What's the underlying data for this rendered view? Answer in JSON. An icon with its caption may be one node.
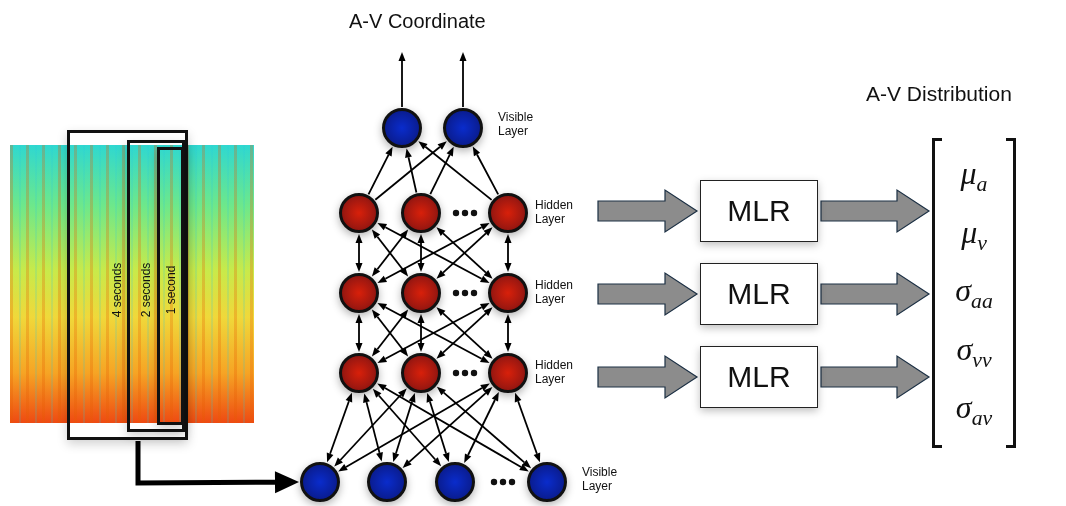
{
  "diagram": {
    "nodes": [
      {
        "text": [],
        "shape": "picture"
      },
      {
        "text": [
          "4 seconds"
        ]
      },
      {
        "text": [
          "2 seconds"
        ],
        "in": 1
      },
      {
        "text": [
          "1 second"
        ],
        "in": 2
      },
      {
        "text": [],
        "shape": "circle"
      },
      {
        "text": [],
        "shape": "circle"
      },
      {
        "text": [],
        "shape": "circle"
      },
      {
        "text": [],
        "shape": "circle"
      },
      {
        "text": [],
        "shape": "circle"
      },
      {
        "text": [
          "Hidden Layer"
        ]
      },
      {
        "text": [],
        "shape": "circle"
      },
      {
        "text": [],
        "shape": "circle"
      },
      {
        "text": [],
        "shape": "circle"
      },
      {
        "text": [
          "Hidden Layer"
        ]
      },
      {
        "text": [],
        "shape": "circle"
      },
      {
        "text": [],
        "shape": "circle"
      },
      {
        "text": [],
        "shape": "circle"
      },
      {
        "text": [
          "Hidden Layer"
        ]
      },
      {
        "text": [],
        "shape": "circle"
      },
      {
        "text": [],
        "shape": "circle"
      },
      {
        "text": [],
        "shape": "circle"
      },
      {
        "text": [],
        "shape": "circle"
      },
      {
        "text": [
          "MLR"
        ]
      },
      {
        "text": [
          "MLR"
        ]
      },
      {
        "text": [
          "MLR"
        ]
      },
      {
        "text": [
          "μ$_{a}$",
          "μ$_{v}$",
          "σ$_{aa}$",
          "σ$_{vv}$",
          "σ$_{av}$"
        ]
      }
    ],
    "edges": [
      {
        "from": 1,
        "to": 18,
        "arrow": "to",
        "style": "thick"
      },
      {
        "from": 4,
        "to": null,
        "arrow": "to"
      },
      {
        "from": 5,
        "to": null,
        "arrow": "to"
      },
      {
        "from": 6,
        "to": 4,
        "arrow": "to"
      },
      {
        "from": 6,
        "to": 5,
        "arrow": "to"
      },
      {
        "from": 7,
        "to": 4,
        "arrow": "to"
      },
      {
        "from": 7,
        "to": 5,
        "arrow": "to"
      },
      {
        "from": 8,
        "to": 4,
        "arrow": "to"
      },
      {
        "from": 8,
        "to": 5,
        "arrow": "to"
      },
      {
        "from": 6,
        "to": 10,
        "arrow": "both"
      },
      {
        "from": 6,
        "to": 11,
        "arrow": "both"
      },
      {
        "from": 6,
        "to": 12,
        "arrow": "both"
      },
      {
        "from": 7,
        "to": 10,
        "arrow": "both"
      },
      {
        "from": 7,
        "to": 11,
        "arrow": "both"
      },
      {
        "from": 7,
        "to": 12,
        "arrow": "both"
      },
      {
        "from": 8,
        "to": 10,
        "arrow": "both"
      },
      {
        "from": 8,
        "to": 11,
        "arrow": "both"
      },
      {
        "from": 8,
        "to": 12,
        "arrow": "both"
      },
      {
        "from": 10,
        "to": 14,
        "arrow": "both"
      },
      {
        "from": 10,
        "to": 15,
        "arrow": "both"
      },
      {
        "from": 10,
        "to": 16,
        "arrow": "both"
      },
      {
        "from": 11,
        "to": 14,
        "arrow": "both"
      },
      {
        "from": 11,
        "to": 15,
        "arrow": "both"
      },
      {
        "from": 11,
        "to": 16,
        "arrow": "both"
      },
      {
        "from": 12,
        "to": 14,
        "arrow": "both"
      },
      {
        "from": 12,
        "to": 15,
        "arrow": "both"
      },
      {
        "from": 12,
        "to": 16,
        "arrow": "both"
      },
      {
        "from": 14,
        "to": 18,
        "arrow": "both"
      },
      {
        "from": 14,
        "to": 19,
        "arrow": "both"
      },
      {
        "from": 14,
        "to": 20,
        "arrow": "both"
      },
      {
        "from": 14,
        "to": 21,
        "arrow": "both"
      },
      {
        "from": 15,
        "to": 18,
        "arrow": "both"
      },
      {
        "from": 15,
        "to": 19,
        "arrow": "both"
      },
      {
        "from": 15,
        "to": 20,
        "arrow": "both"
      },
      {
        "from": 15,
        "to": 21,
        "arrow": "both"
      },
      {
        "from": 16,
        "to": 18,
        "arrow": "both"
      },
      {
        "from": 16,
        "to": 19,
        "arrow": "both"
      },
      {
        "from": 16,
        "to": 20,
        "arrow": "both"
      },
      {
        "from": 16,
        "to": 21,
        "arrow": "both"
      },
      {
        "from": 9,
        "to": 22,
        "arrow": "to",
        "style": "thick",
        "color": "#8c8c8c"
      },
      {
        "from": 13,
        "to": 23,
        "arrow": "to",
        "style": "thick",
        "color": "#8c8c8c"
      },
      {
        "from": 17,
        "to": 24,
        "arrow": "to",
        "style": "thick",
        "color": "#8c8c8c"
      },
      {
        "from": 22,
        "to": 25,
        "arrow": "to",
        "style": "thick",
        "color": "#8c8c8c"
      },
      {
        "from": 23,
        "to": 25,
        "arrow": "to",
        "style": "thick",
        "color": "#8c8c8c"
      },
      {
        "from": 24,
        "to": 25,
        "arrow": "to",
        "style": "thick",
        "color": "#8c8c8c"
      }
    ],
    "labels": [
      "A-V Coordinate",
      "A-V Distribution",
      "Visible Layer",
      "Visible Layer"
    ]
  }
}
